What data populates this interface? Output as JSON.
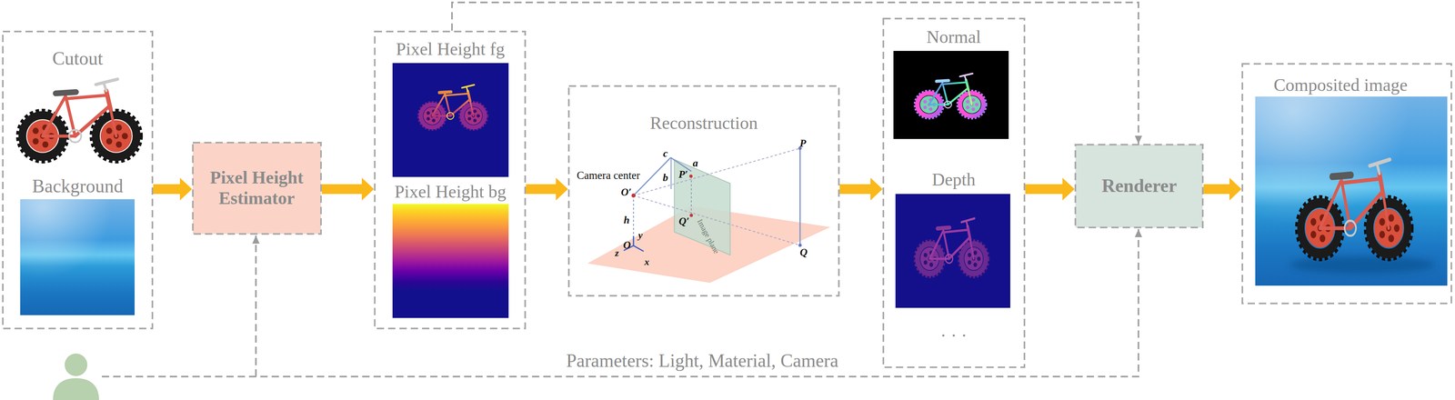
{
  "diagram": {
    "nodes": [
      {
        "text": [
          "Cutout",
          "Background"
        ]
      },
      {
        "text": [
          "Pixel Height Estimator"
        ]
      },
      {
        "text": [
          "Pixel Height fg",
          "Pixel Height bg"
        ]
      },
      {
        "text": [
          "Reconstruction"
        ]
      },
      {
        "text": [
          "Normal",
          "Depth",
          "· · ·"
        ]
      },
      {
        "text": [
          "Renderer"
        ]
      },
      {
        "text": [
          "Composited image"
        ]
      }
    ],
    "edges": [
      {
        "from": 0,
        "to": 1,
        "arrow": "to"
      },
      {
        "from": 1,
        "to": 2,
        "arrow": "to"
      },
      {
        "from": 2,
        "to": 3,
        "arrow": "to"
      },
      {
        "from": 3,
        "to": 4,
        "arrow": "to"
      },
      {
        "from": 4,
        "to": 5,
        "arrow": "to"
      },
      {
        "from": 5,
        "to": 6,
        "arrow": "to"
      },
      {
        "from": 2,
        "to": 5,
        "arrow": "to"
      }
    ],
    "labels": [
      "Camera center",
      "c",
      "a",
      "b",
      "P′",
      "O′",
      "Q′",
      "h",
      "y",
      "O",
      "z",
      "x",
      "P",
      "Q",
      "Image plane",
      "Parameters: Light, Material, Camera"
    ]
  }
}
